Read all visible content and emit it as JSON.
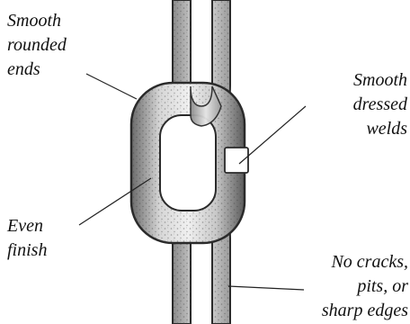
{
  "labels": {
    "rounded_ends": "Smooth\nrounded\nends",
    "dressed_welds": "Smooth\ndressed\nwelds",
    "even_finish": "Even\nfinish",
    "no_cracks": "No cracks,\npits, or\nsharp edges"
  },
  "colors": {
    "metal_light": "#eeeeee",
    "metal_mid": "#b4b4b4",
    "metal_dark": "#555555",
    "outline": "#2a2a2a",
    "leader_line": "#222222"
  }
}
